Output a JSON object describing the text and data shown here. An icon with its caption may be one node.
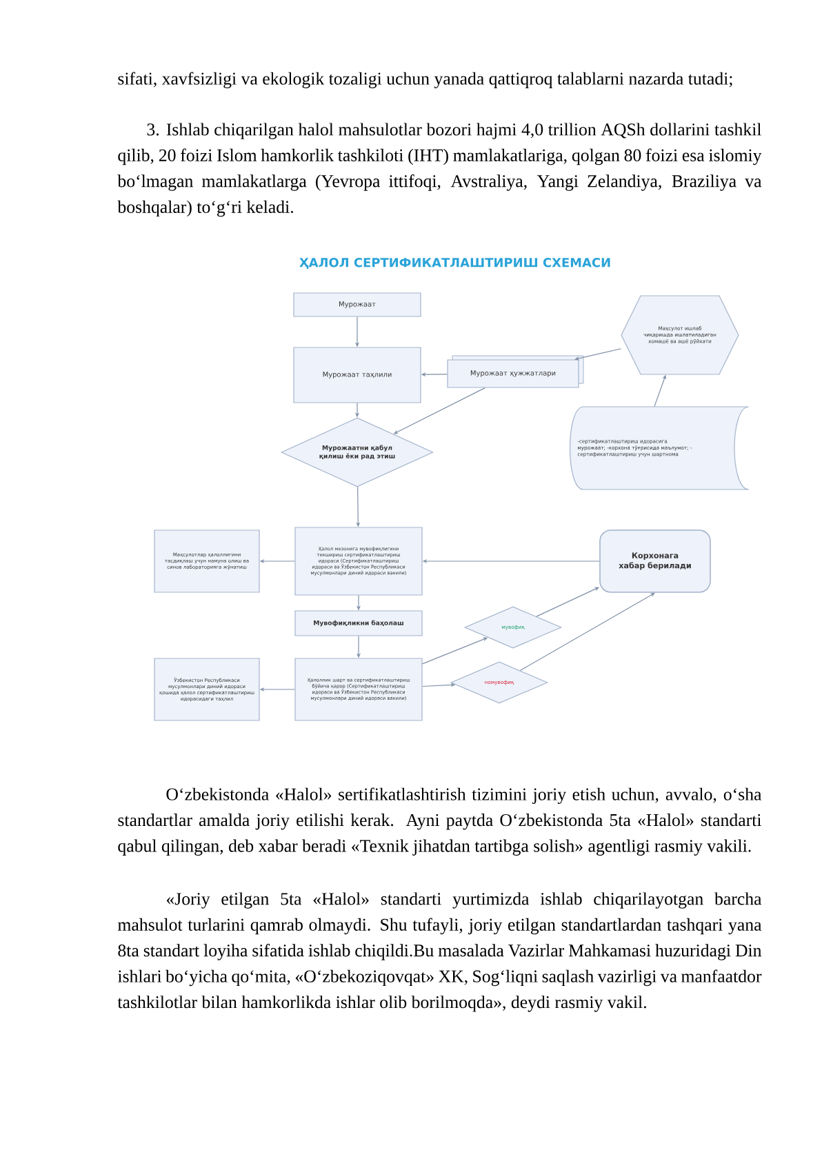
{
  "diagram": {
    "title": "ҲАЛОЛ СЕРТИФИКАТЛАШТИРИШ СХЕМАСИ",
    "nodes": [
      {
        "text": [
          "Мурожаат"
        ]
      },
      {
        "text": [
          "Мурожаат таҳлили"
        ]
      },
      {
        "text": [
          "Мурожаат ҳужжатлари"
        ]
      },
      {
        "text": [
          "Маҳсулот ишлаб чиқаришда ишлатиладиган хомашё ва ашё рўйхати"
        ]
      },
      {
        "text": [
          "-сертификатлаштириш идорасига мурожаат; -корхона тўғрисида маълумот; -сертификатлаштириш учун шартнома"
        ]
      },
      {
        "text": [
          "Мурожаатни қабул қилиш ёки рад этиш"
        ]
      },
      {
        "text": [
          "Маҳсулотлар ҳалоллигини тасдиқлаш учун намуна олиш ва синов лабораторияга жўнатиш"
        ]
      },
      {
        "text": [
          "Ҳалол мезонига мувофиқлигини текшириш сертификатлаштириш идораси (Сертификатлаштириш идораси ва Ўзбекистон Республикаси мусулмонлари диний идораси вакили)"
        ]
      },
      {
        "text": [
          "Корхонага хабар берилади"
        ]
      },
      {
        "text": [
          "Мувофиқликни баҳолаш"
        ]
      },
      {
        "text": [
          "мувофиқ"
        ]
      },
      {
        "text": [
          "Ўзбекистон Республикаси мусулмонлари диний идораси қошида ҳалол сертификатлаштириш идорасидаги таҳлил"
        ]
      },
      {
        "text": [
          "Ҳалоллик шарт ва сертификатлаштириш бўйича қарор (Сертификатлаштириш идораси ва Ўзбекистон Республикаси мусулмонлари диний идораси вакили)"
        ]
      },
      {
        "text": [
          "номувофиқ"
        ]
      }
    ],
    "edges": [
      {
        "from": 0,
        "to": 1,
        "arrow": "to"
      },
      {
        "from": 2,
        "to": 1,
        "arrow": "to"
      },
      {
        "from": 3,
        "to": 2,
        "arrow": "to"
      },
      {
        "from": 4,
        "to": 3,
        "arrow": "to"
      },
      {
        "from": 2,
        "to": 5,
        "arrow": "to"
      },
      {
        "from": 1,
        "to": 5,
        "arrow": "to"
      },
      {
        "from": 5,
        "to": 7,
        "arrow": "to"
      },
      {
        "from": 7,
        "to": 6,
        "arrow": "to"
      },
      {
        "from": 8,
        "to": 7,
        "arrow": "to"
      },
      {
        "from": 7,
        "to": 9,
        "arrow": "to"
      },
      {
        "from": 9,
        "to": 12,
        "arrow": "to"
      },
      {
        "from": 12,
        "to": 11,
        "arrow": "to"
      },
      {
        "from": 12,
        "to": 10,
        "arrow": "to"
      },
      {
        "from": 10,
        "to": 8,
        "arrow": "to"
      },
      {
        "from": 12,
        "to": 13,
        "arrow": "to"
      },
      {
        "from": 13,
        "to": 8,
        "arrow": "to"
      }
    ],
    "labels": [
      "sifati, xavfsizligi va ekologik tozaligi uchun yanada qattiqroq talablarni nazarda tutadi;",
      "3. Ishlab chiqarilgan halol mahsulotlar bozori hajmi 4,0 trillion AQSh dollarini tashkil qilib, 20 foizi Islom hamkorlik tashkiloti (IHT) mamlakatlariga, qolgan 80 foizi esa islomiy bo‘lmagan mamlakatlarga (Yevropa ittifoqi, Avstraliya, Yangi Zelandiya, Braziliya va boshqalar) to‘g‘ri keladi.",
      "O‘zbekistonda «Halol» sertifikatlashtirish tizimini joriy etish uchun, avvalo, o‘sha standartlar amalda joriy etilishi kerak. Ayni paytda O‘zbekistonda 5ta «Halol» standarti qabul qilingan, deb xabar beradi «Texnik jihatdan tartibga solish» agentligi rasmiy vakili.",
      "«Joriy etilgan 5ta «Halol» standarti yurtimizda ishlab chiqarilayotgan barcha mahsulot turlarini qamrab olmaydi. Shu tufayli, joriy etilgan standartlardan tashqari yana 8ta standart loyiha sifatida ishlab chiqildi.Bu masalada Vazirlar Mahkamasi huzuridagi Din ishlari bo‘yicha qo‘mita, «O‘zbekoziqovqat» XK, Sog‘liqni saqlash vazirligi va manfaatdor tashkilotlar bilan hamkorlikda ishlar olib borilmoqda», deydi rasmiy vakil."
    ]
  }
}
